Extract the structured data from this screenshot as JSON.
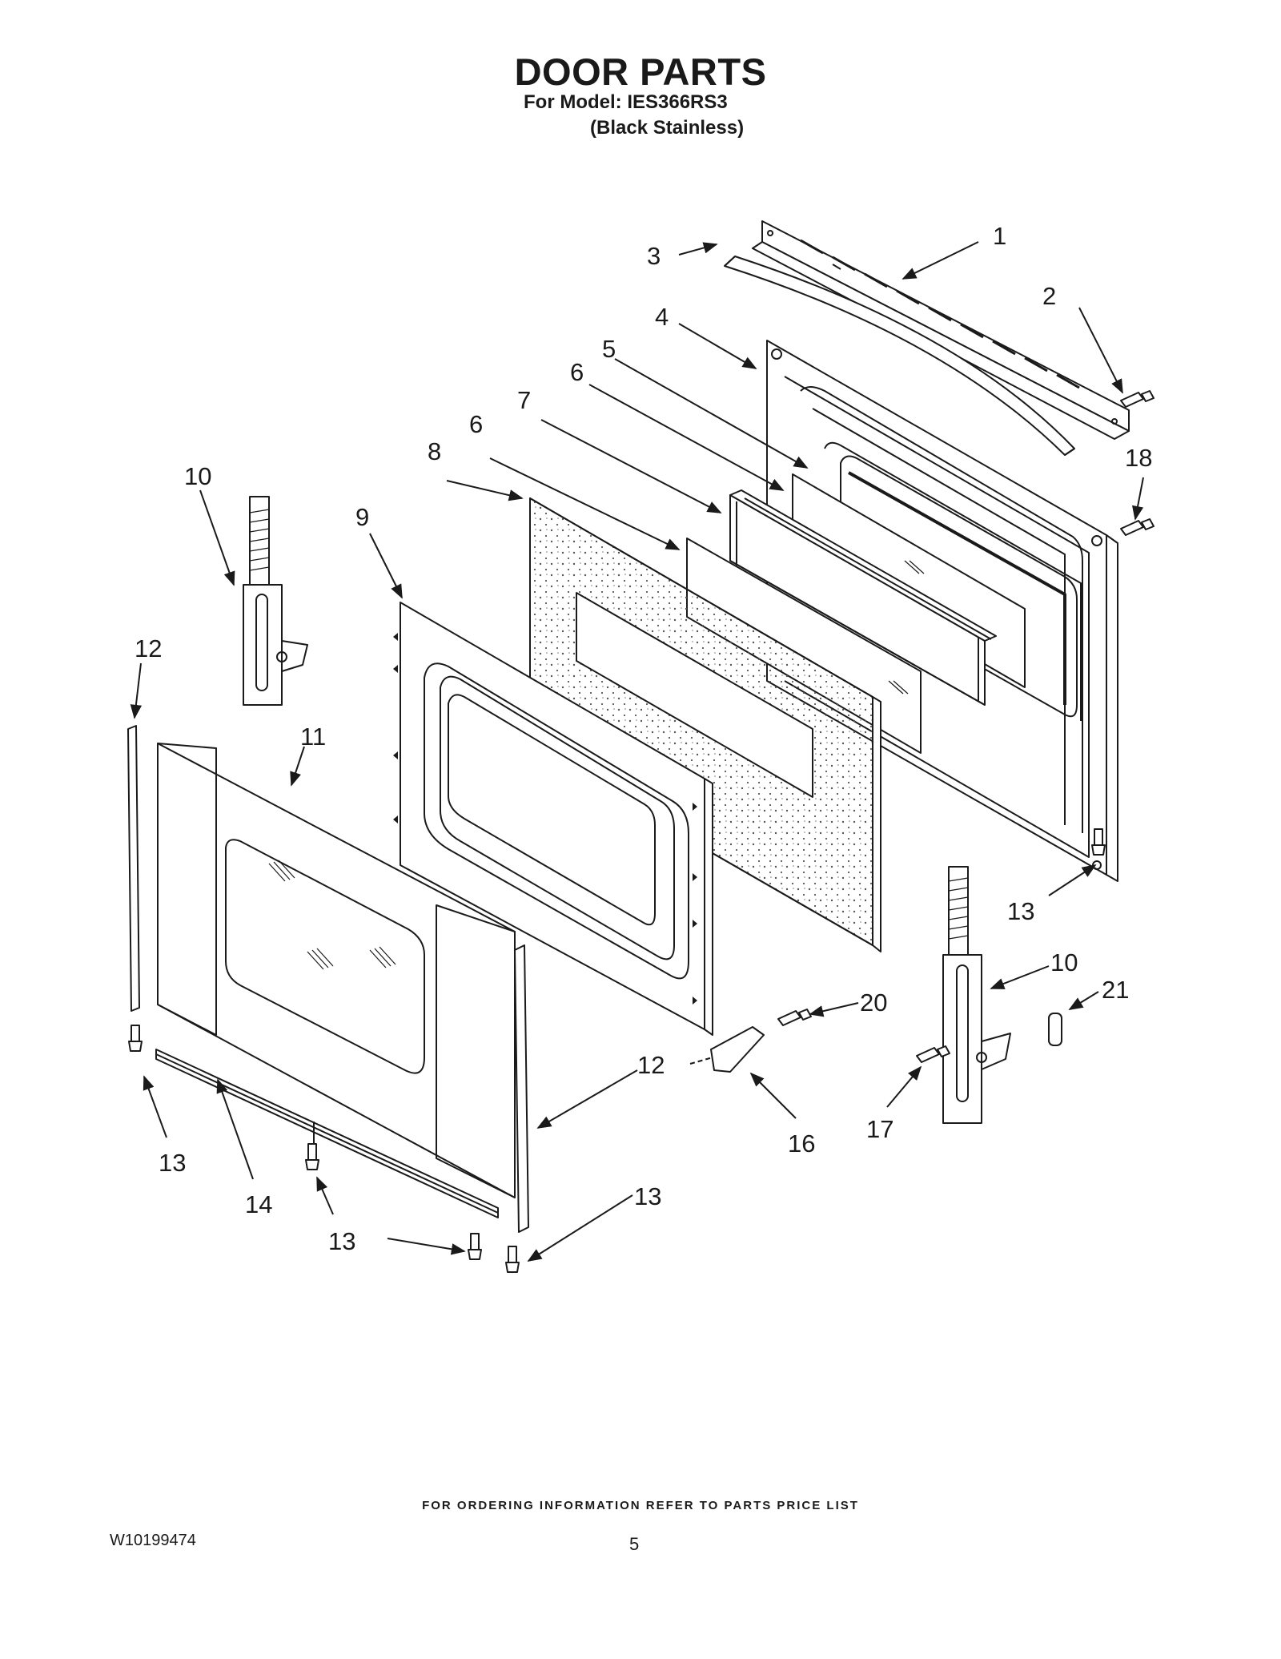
{
  "header": {
    "title": "DOOR PARTS",
    "model_line": "For Model: IES366RS3",
    "variant_line": "(Black Stainless)"
  },
  "callouts": {
    "c1": "1",
    "c2": "2",
    "c3": "3",
    "c4": "4",
    "c5": "5",
    "c6a": "6",
    "c6b": "6",
    "c7": "7",
    "c8": "8",
    "c9": "9",
    "c10a": "10",
    "c10b": "10",
    "c11": "11",
    "c12a": "12",
    "c12b": "12",
    "c13a": "13",
    "c13b": "13",
    "c13c": "13",
    "c13d": "13",
    "c14": "14",
    "c16": "16",
    "c17": "17",
    "c18": "18",
    "c20": "20",
    "c21": "21"
  },
  "footer": {
    "ordering_note": "FOR ORDERING INFORMATION REFER TO PARTS PRICE LIST",
    "document_number": "W10199474",
    "page_number": "5"
  }
}
